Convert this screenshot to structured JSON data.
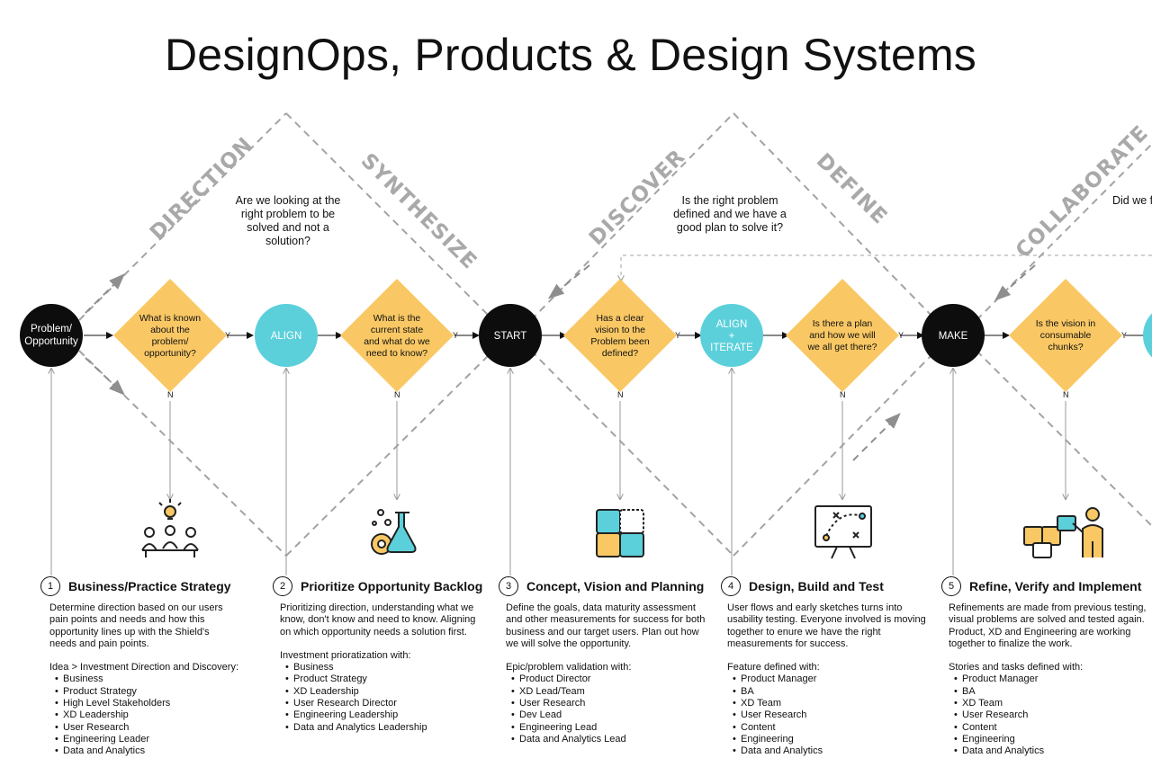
{
  "title": "DesignOps, Products & Design Systems",
  "phases": [
    "DIRECTION",
    "SYNTHESIZE",
    "DISCOVER",
    "DEFINE",
    "COLLABORATE"
  ],
  "questions": [
    "Are we looking at the right problem to be solved and not a solution?",
    "Is the right problem defined and we have a good plan to solve it?",
    "Did we f"
  ],
  "nodes": {
    "problem_line1": "Problem/",
    "problem_line2": "Opportunity",
    "align": "ALIGN",
    "start": "START",
    "align_iterate_line1": "ALIGN",
    "align_iterate_line2": "+",
    "align_iterate_line3": "ITERATE",
    "make": "MAKE"
  },
  "decisions": [
    [
      "What is known",
      "about the",
      "problem/",
      "opportunity?"
    ],
    [
      "What is the",
      "current state",
      "and what do we",
      "need to know?"
    ],
    [
      "Has a clear",
      "vision to the",
      "Problem been",
      "defined?"
    ],
    [
      "Is there a plan",
      "and how we will",
      "we all get there?"
    ],
    [
      "Is the vision in",
      "consumable",
      "chunks?"
    ]
  ],
  "yes_label": "Y",
  "no_label": "N",
  "icons": [
    "team-meeting-idea-icon",
    "gear-flask-icon",
    "puzzle-icon",
    "strategy-board-icon",
    "puzzle-person-icon"
  ],
  "colors": {
    "decision": "#f9c864",
    "align": "#5bd0db",
    "node_dark": "#0d0d0d",
    "dash": "#a3a3a3",
    "phase": "#a9a9a9"
  },
  "steps": [
    {
      "num": "1",
      "title": "Business/Practice Strategy",
      "desc": "Determine direction based on our users pain points and needs and how this opportunity lines up with the Shield's needs and pain points.",
      "lead": "Idea > Investment Direction and Discovery:",
      "items": [
        "Business",
        "Product Strategy",
        "High Level Stakeholders",
        "XD Leadership",
        "User Research",
        "Engineering Leader",
        "Data and Analytics"
      ]
    },
    {
      "num": "2",
      "title": "Prioritize Opportunity Backlog",
      "desc": "Prioritizing direction, understanding what we know, don't know and need to know. Aligning on which opportunity needs a solution first.",
      "lead": "Investment prioratization with:",
      "items": [
        "Business",
        "Product Strategy",
        "XD Leadership",
        "User Research Director",
        "Engineering Leadership",
        "Data and Analytics Leadership"
      ]
    },
    {
      "num": "3",
      "title": "Concept, Vision and Planning",
      "desc": "Define the goals, data maturity assessment and other measurements for success for both business and our target users. Plan out how we will solve the opportunity.",
      "lead": "Epic/problem validation with:",
      "items": [
        "Product Director",
        "XD Lead/Team",
        "User Research",
        "Dev Lead",
        "Engineering Lead",
        "Data and Analytics Lead"
      ]
    },
    {
      "num": "4",
      "title": "Design, Build and Test",
      "desc": "User flows and early sketches turns into usability testing. Everyone involved is moving together to enure we have the right measurements for success.",
      "lead": "Feature defined with:",
      "items": [
        "Product Manager",
        "BA",
        "XD Team",
        "User Research",
        "Content",
        "Engineering",
        "Data and Analytics"
      ]
    },
    {
      "num": "5",
      "title": "Refine, Verify and Implement",
      "desc": "Refinements are made from previous testing, visual problems are solved and tested again. Product, XD and Engineering are working together to finalize the work.",
      "lead": "Stories and tasks defined with:",
      "items": [
        "Product Manager",
        "BA",
        "XD Team",
        "User Research",
        "Content",
        "Engineering",
        "Data and Analytics"
      ]
    }
  ]
}
